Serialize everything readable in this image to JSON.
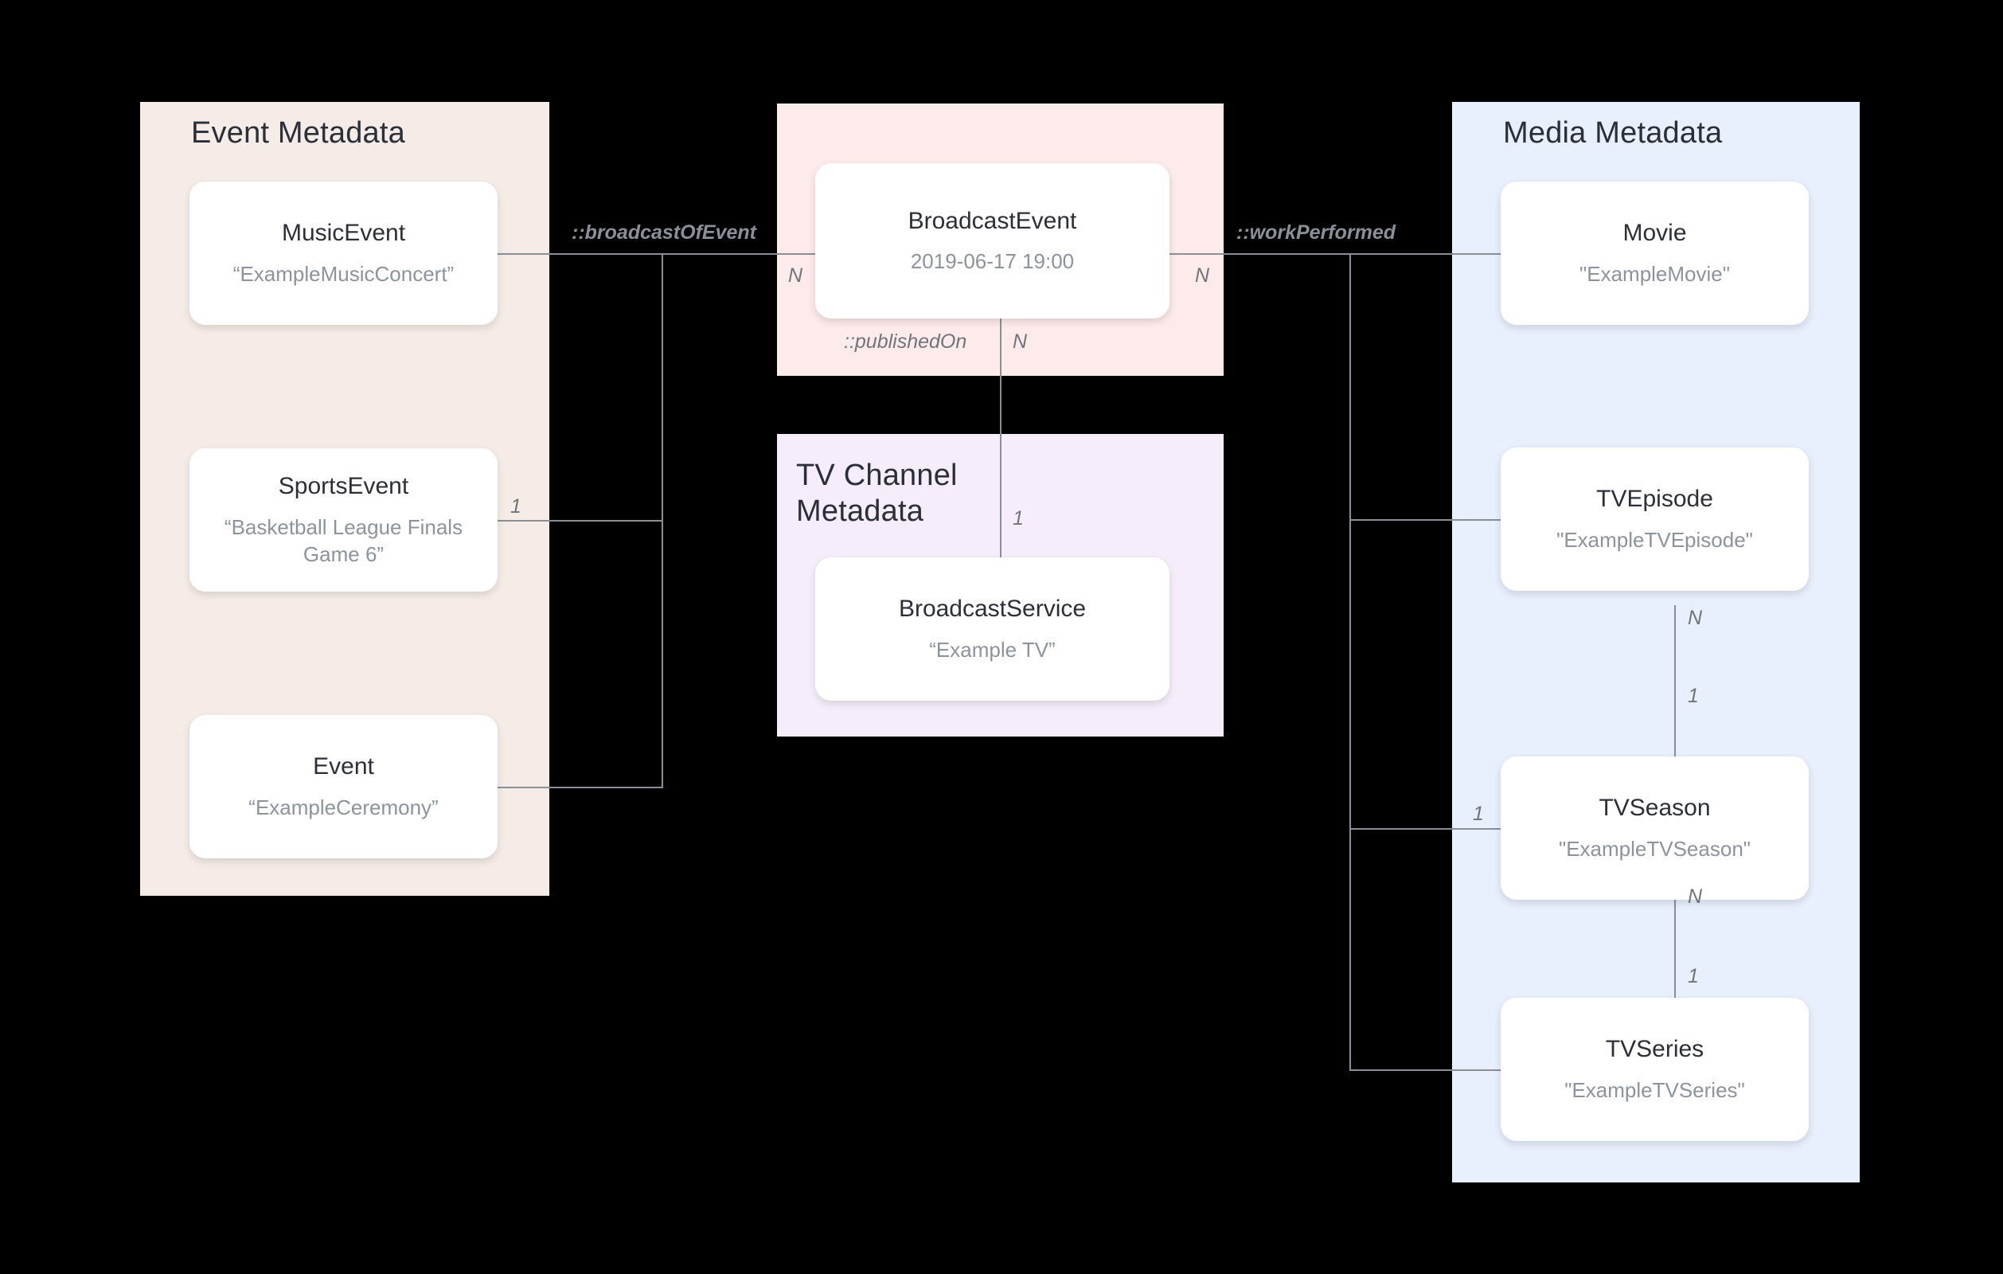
{
  "diagram": {
    "title": "Broadcast metadata entity relationship diagram",
    "background": "#000000",
    "colors": {
      "event_panel": "#f5ece7",
      "broadcast_panel": "#fdeaea",
      "tv_panel": "#f6edfb",
      "media_panel": "#e8effd",
      "card": "#ffffff",
      "line": "#8a8f96",
      "title_text": "#2b3038",
      "value_text": "#8b949e",
      "label_text": "#8a9099"
    }
  },
  "panels": {
    "event": {
      "title": "Event Metadata"
    },
    "broadcast": {
      "title": ""
    },
    "tv": {
      "title": "TV Channel\nMetadata"
    },
    "media": {
      "title": "Media Metadata"
    }
  },
  "entities": {
    "music_event": {
      "type": "MusicEvent",
      "value": "“ExampleMusicConcert”"
    },
    "sports_event": {
      "type": "SportsEvent",
      "value": "“Basketball League Finals Game 6”"
    },
    "event": {
      "type": "Event",
      "value": "“ExampleCeremony”"
    },
    "broadcast_event": {
      "type": "BroadcastEvent",
      "value": "2019-06-17 19:00"
    },
    "broadcast_service": {
      "type": "BroadcastService",
      "value": "“Example TV”"
    },
    "movie": {
      "type": "Movie",
      "value": "\"ExampleMovie\""
    },
    "tv_episode": {
      "type": "TVEpisode",
      "value": "\"ExampleTVEpisode\""
    },
    "tv_season": {
      "type": "TVSeason",
      "value": "\"ExampleTVSeason\""
    },
    "tv_series": {
      "type": "TVSeries",
      "value": "\"ExampleTVSeries\""
    }
  },
  "relations": {
    "broadcast_of_event": {
      "label": "::broadcastOfEvent"
    },
    "work_performed": {
      "label": "::workPerformed"
    },
    "published_on": {
      "label": "::publishedOn"
    }
  },
  "cardinalities": {
    "broadcast_of_event_n": "N",
    "broadcast_of_event_1": "1",
    "work_performed_n": "N",
    "published_on_n": "N",
    "published_on_1": "1",
    "episode_season_n": "N",
    "episode_season_1": "1",
    "season_series_n": "N",
    "season_series_1": "1",
    "season_work_1": "1"
  }
}
